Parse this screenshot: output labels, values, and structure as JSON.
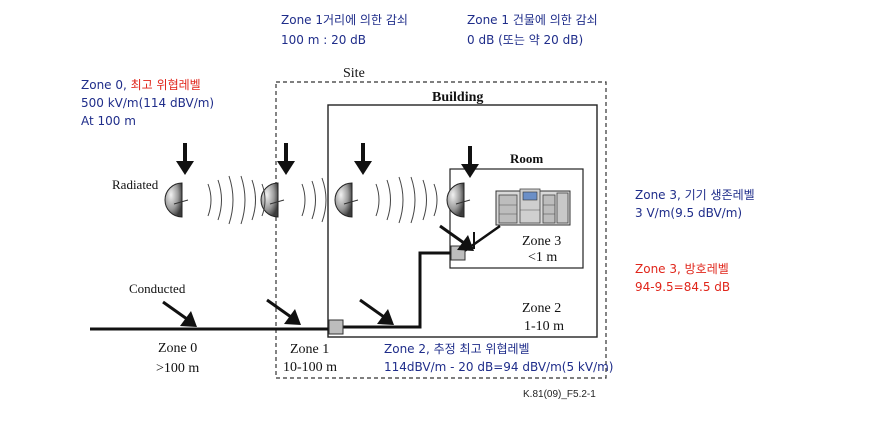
{
  "annotations": {
    "zone0_title_prefix": "Zone 0, ",
    "zone0_title_red": "최고 위협레벨",
    "zone0_field": "500 kV/m(114 dBV/m)",
    "zone0_distance": "At 100 m",
    "distance_atten_title": "Zone 1거리에 의한 감쇠",
    "distance_atten_value": "100 m : 20 dB",
    "building_atten_title": "Zone 1 건물에 의한 감쇠",
    "building_atten_value": "0 dB (또는 약 20 dB)",
    "zone3_survival_title": "Zone 3, 기기 생존레벨",
    "zone3_survival_value": "3 V/m(9.5 dBV/m)",
    "zone3_protect_title": "Zone 3, 방호레벨",
    "zone3_protect_value": "94-9.5=84.5 dB",
    "zone2_estimate_title": "Zone 2, 추정 최고 위협레벨",
    "zone2_estimate_value": "114dBV/m - 20 dB=94 dBV/m(5 kV/m)"
  },
  "figure": {
    "site_label": "Site",
    "building_label": "Building",
    "room_label": "Room",
    "radiated_label": "Radiated",
    "conducted_label": "Conducted",
    "zone0_name": "Zone 0",
    "zone0_range": ">100 m",
    "zone1_name": "Zone 1",
    "zone1_range": "10-100 m",
    "zone2_name": "Zone 2",
    "zone2_range": "1-10 m",
    "zone3_name": "Zone 3",
    "zone3_range": "<1 m",
    "figure_id": "K.81(09)_F5.2-1"
  },
  "colors": {
    "annotation_blue": "#1f2d8a",
    "annotation_red": "#e0261b"
  }
}
